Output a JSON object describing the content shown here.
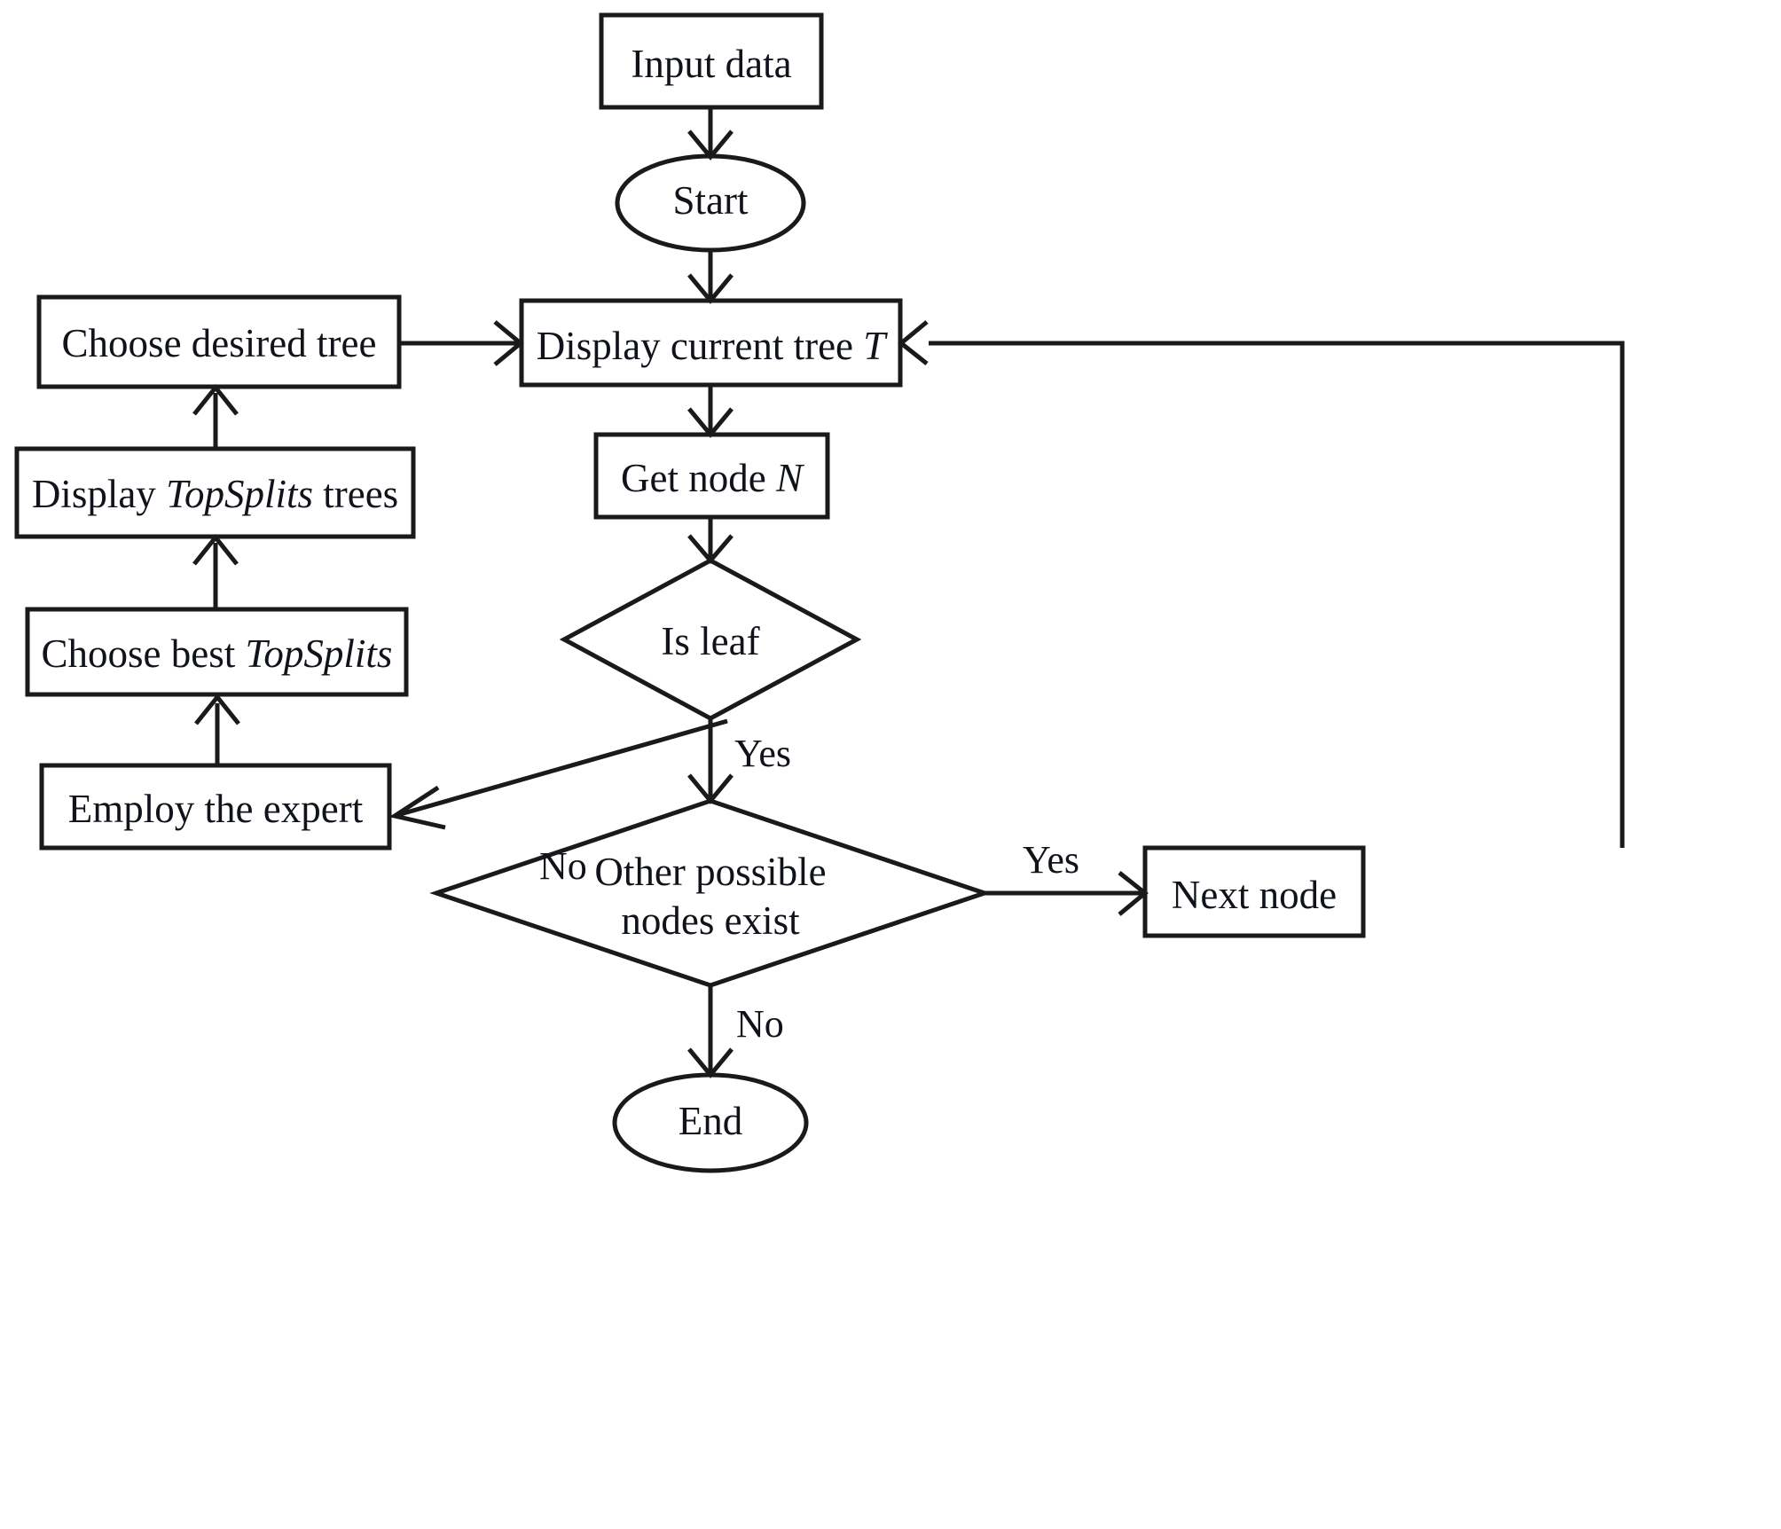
{
  "diagram": {
    "title": "Interactive decision tree construction flowchart",
    "type": "flowchart",
    "background_color": "#ffffff",
    "line_color": "#1a1a1a",
    "text_color": "#10131a"
  },
  "nodes": {
    "input_data": {
      "label": "Input data",
      "shape": "rectangle"
    },
    "start": {
      "label": "Start",
      "shape": "ellipse"
    },
    "display_current_tree": {
      "label_prefix": "Display current tree ",
      "label_italic": "T",
      "label_suffix": "",
      "shape": "rectangle"
    },
    "get_node": {
      "label_prefix": "Get node ",
      "label_italic": "N",
      "label_suffix": "",
      "shape": "rectangle"
    },
    "is_leaf": {
      "label": "Is leaf",
      "shape": "diamond"
    },
    "other_possible_nodes": {
      "label_line1": "Other possible",
      "label_line2": "nodes exist",
      "shape": "diamond"
    },
    "next_node": {
      "label": "Next node",
      "shape": "rectangle"
    },
    "end": {
      "label": "End",
      "shape": "ellipse"
    },
    "employ_expert": {
      "label": "Employ the expert",
      "shape": "rectangle"
    },
    "choose_best_topsplits": {
      "label_prefix": "Choose best ",
      "label_italic": "TopSplits",
      "label_suffix": "",
      "shape": "rectangle"
    },
    "display_topsplits_trees": {
      "label_prefix": "Display ",
      "label_italic": "TopSplits",
      "label_suffix": " trees",
      "shape": "rectangle"
    },
    "choose_desired_tree": {
      "label": "Choose desired tree",
      "shape": "rectangle"
    }
  },
  "edge_labels": {
    "is_leaf_no": "No",
    "is_leaf_yes": "Yes",
    "other_nodes_yes": "Yes",
    "other_nodes_no": "No"
  },
  "edges": [
    {
      "from": "input_data",
      "to": "start",
      "label": ""
    },
    {
      "from": "start",
      "to": "display_current_tree",
      "label": ""
    },
    {
      "from": "display_current_tree",
      "to": "get_node",
      "label": ""
    },
    {
      "from": "get_node",
      "to": "is_leaf",
      "label": ""
    },
    {
      "from": "is_leaf",
      "to": "employ_expert",
      "label": "No"
    },
    {
      "from": "is_leaf",
      "to": "other_possible_nodes",
      "label": "Yes"
    },
    {
      "from": "other_possible_nodes",
      "to": "next_node",
      "label": "Yes"
    },
    {
      "from": "other_possible_nodes",
      "to": "end",
      "label": "No"
    },
    {
      "from": "next_node",
      "to": "display_current_tree",
      "label": ""
    },
    {
      "from": "employ_expert",
      "to": "choose_best_topsplits",
      "label": ""
    },
    {
      "from": "choose_best_topsplits",
      "to": "display_topsplits_trees",
      "label": ""
    },
    {
      "from": "display_topsplits_trees",
      "to": "choose_desired_tree",
      "label": ""
    },
    {
      "from": "choose_desired_tree",
      "to": "display_current_tree",
      "label": ""
    }
  ]
}
